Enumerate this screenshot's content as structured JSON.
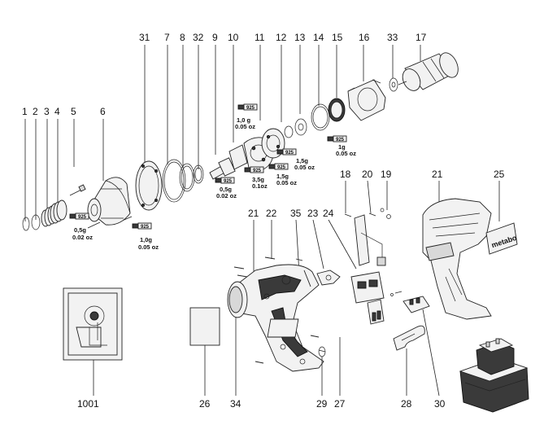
{
  "callouts": {
    "top": [
      "31",
      "7",
      "8",
      "32",
      "9",
      "10",
      "11",
      "12",
      "13",
      "14",
      "15",
      "16",
      "33",
      "17"
    ],
    "left": [
      "1",
      "2",
      "3",
      "4",
      "5",
      "6"
    ],
    "middle": [
      "21",
      "22",
      "35",
      "23",
      "24",
      "18",
      "20",
      "19",
      "21",
      "25"
    ],
    "bottom": [
      "1001",
      "26",
      "34",
      "29",
      "27",
      "28",
      "30"
    ]
  },
  "lube_notes": {
    "n6": {
      "w1": "0,5g",
      "w2": "0.02 oz"
    },
    "n6b": {
      "w1": "1,0g",
      "w2": "0.05 oz"
    },
    "n10top": {
      "w1": "1,0 g",
      "w2": "0.05 oz"
    },
    "n10": {
      "w1": "0,5g",
      "w2": "0.02 oz"
    },
    "n11a": {
      "w1": "3,5g",
      "w2": "0.1oz"
    },
    "n11b": {
      "w1": "1,5g",
      "w2": "0.05 oz"
    },
    "n12": {
      "w1": "1,5g",
      "w2": "0.05 oz"
    },
    "n15": {
      "w1": "1g",
      "w2": "0.05 oz"
    }
  },
  "grease_code": "925",
  "brand_label": "metabo",
  "colors": {
    "line": "#222222",
    "fill": "#f2f2f2",
    "dark": "#3a3a3a"
  }
}
